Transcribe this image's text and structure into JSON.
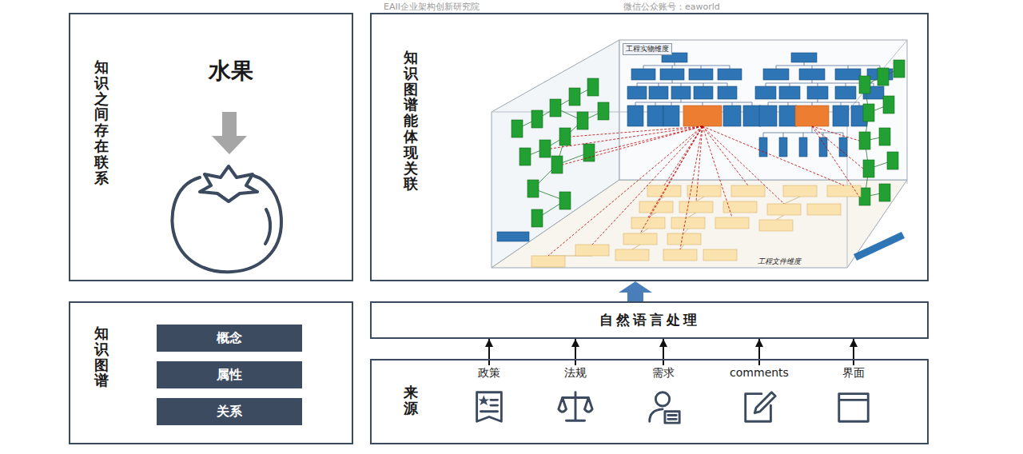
{
  "diagram": {
    "nodes": [
      {
        "text": [
          "知识之间存在联系",
          "水果"
        ]
      },
      {
        "text": [
          "知识图谱能体现关联"
        ]
      },
      {
        "text": [
          "知识图谱"
        ]
      },
      {
        "text": [
          "概念"
        ],
        "in": 2
      },
      {
        "text": [
          "属性"
        ],
        "in": 2
      },
      {
        "text": [
          "关系"
        ],
        "in": 2
      },
      {
        "text": [
          "自然语言处理"
        ]
      },
      {
        "text": [
          "来源"
        ]
      },
      {
        "text": [
          "政策"
        ],
        "in": 7
      },
      {
        "text": [
          "法规"
        ],
        "in": 7
      },
      {
        "text": [
          "需求"
        ],
        "in": 7
      },
      {
        "text": [
          "comments"
        ],
        "in": 7
      },
      {
        "text": [
          "界面"
        ],
        "in": 7
      }
    ],
    "edges": [
      {
        "from": 8,
        "to": 6,
        "arrow": "to"
      },
      {
        "from": 9,
        "to": 6,
        "arrow": "to"
      },
      {
        "from": 10,
        "to": 6,
        "arrow": "to"
      },
      {
        "from": 11,
        "to": 6,
        "arrow": "to"
      },
      {
        "from": 12,
        "to": 6,
        "arrow": "to"
      },
      {
        "from": 6,
        "to": 1,
        "arrow": "to"
      }
    ],
    "labels": [
      "工程实物维度",
      "工程文件维度",
      "EAII企业架构创新研究院",
      "微信公众账号：eaworld"
    ]
  }
}
